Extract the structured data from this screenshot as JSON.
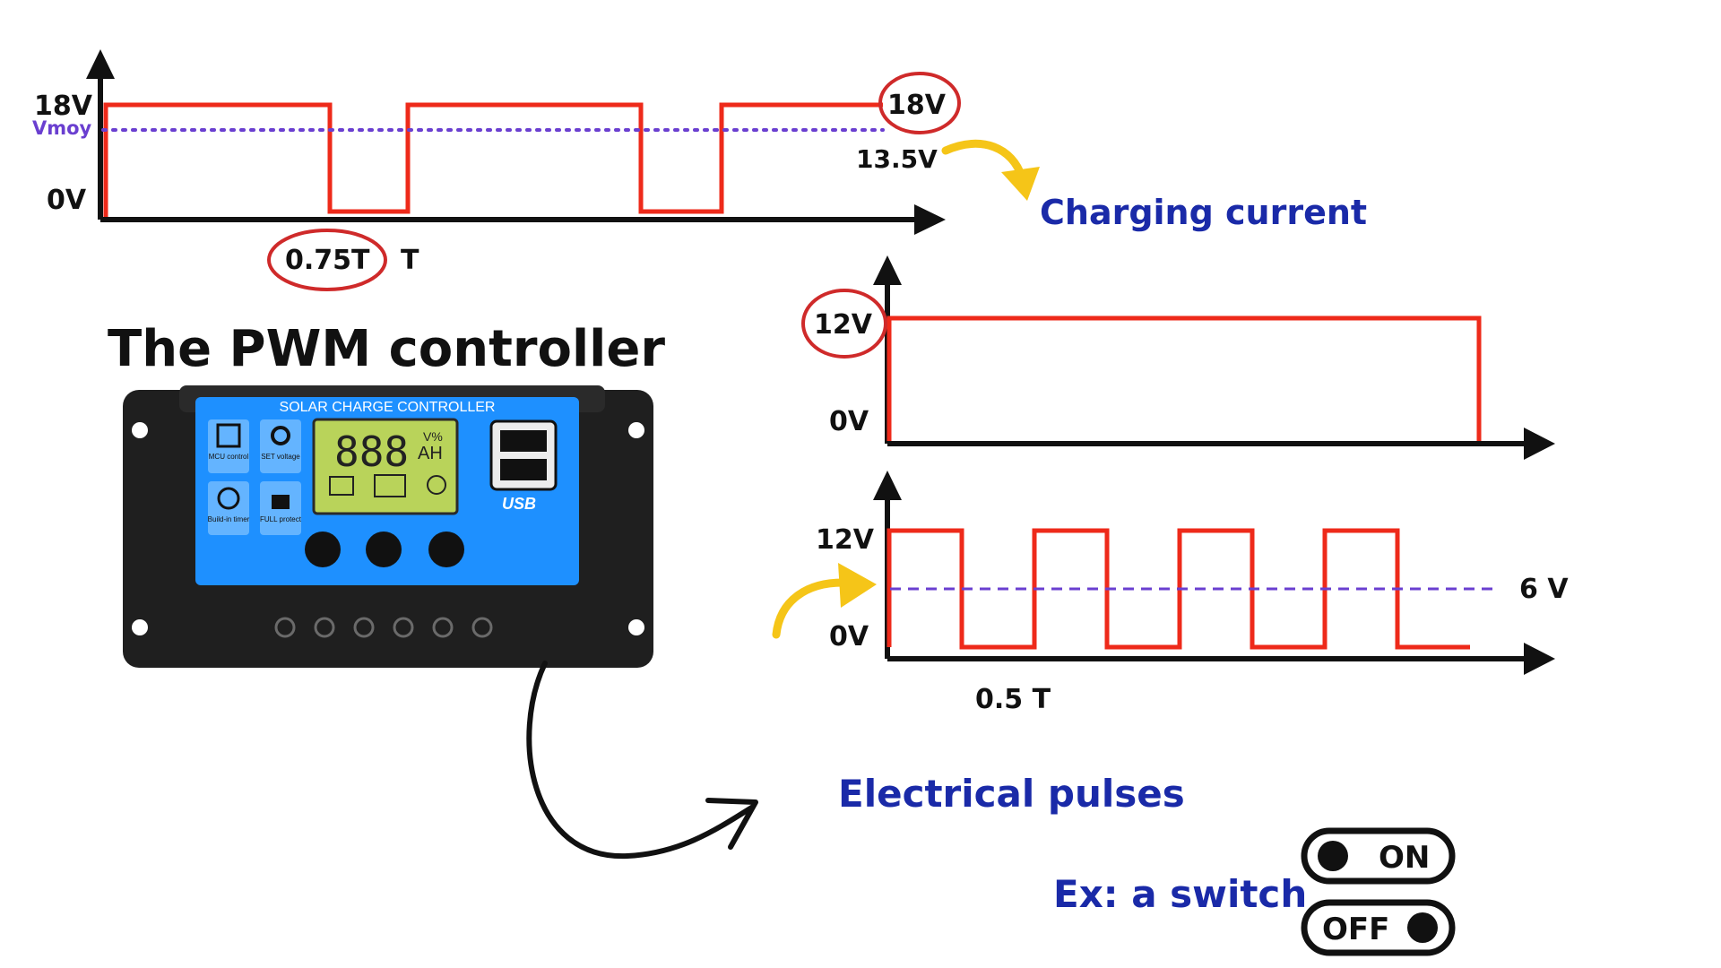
{
  "colors": {
    "signal": "#ee2a1a",
    "axis": "#111111",
    "average_line": "#6a3fd0",
    "arrow_accent": "#f5c518",
    "circle_mark": "#cf2a2a",
    "text_blue": "#1a2aa8",
    "device_blue": "#1e90ff",
    "device_body": "#1f1f1f"
  },
  "title": "The PWM controller",
  "top_graph": {
    "y_label_high": "18V",
    "y_label_avg": "Vmoy",
    "y_label_low": "0V",
    "x_label_duty": "0.75T",
    "x_label_period": "T",
    "end_label_high": "18V",
    "end_label_avg": "13.5V",
    "duty_cycle": 0.75,
    "pulses": 3
  },
  "charging_current_label": "Charging current",
  "middle_graph": {
    "y_label_high": "12V",
    "y_label_low": "0V",
    "duty_cycle": 1.0
  },
  "bottom_graph": {
    "y_label_high": "12V",
    "y_label_low": "0V",
    "avg_label": "6 V",
    "x_label_duty": "0.5 T",
    "duty_cycle": 0.5,
    "pulses": 4
  },
  "device": {
    "header": "SOLAR CHARGE CONTROLLER",
    "lcd_digits": "888",
    "lcd_unit_top": "V%",
    "lcd_unit_bottom": "AH",
    "icon_labels": {
      "mcu": "MCU control",
      "set": "SET voltage",
      "timer": "Build-in timer",
      "full": "FULL protect"
    },
    "usb_label": "USB"
  },
  "electrical_pulses_label": "Electrical pulses",
  "switch_example_label": "Ex: a switch",
  "switch_on_label": "ON",
  "switch_off_label": "OFF"
}
